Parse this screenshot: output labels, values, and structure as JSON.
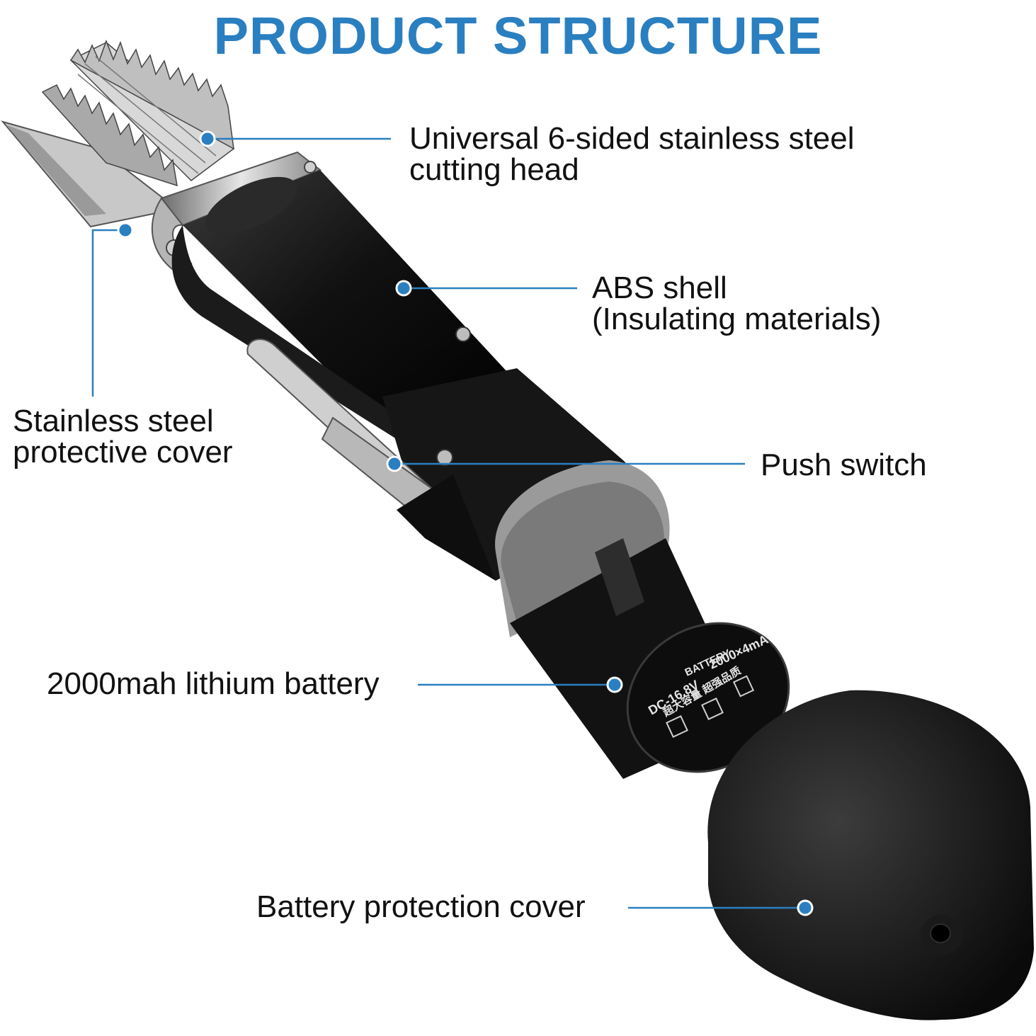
{
  "title": "PRODUCT STRUCTURE",
  "accent_color": "#2a7fc0",
  "battery_print": {
    "line1": "BATTERY",
    "line2": "2000×4mA",
    "line3": "DC-16.8V",
    "line4": "超大容量 超强品质"
  },
  "callouts": [
    {
      "id": "cutting-head",
      "lines": [
        "Universal 6-sided stainless steel",
        "cutting head"
      ]
    },
    {
      "id": "abs-shell",
      "lines": [
        "ABS shell",
        "(Insulating materials)"
      ]
    },
    {
      "id": "protective-cover",
      "lines": [
        "Stainless steel",
        "protective cover"
      ]
    },
    {
      "id": "push-switch",
      "lines": [
        "Push switch"
      ]
    },
    {
      "id": "battery",
      "lines": [
        "2000mah lithium battery"
      ]
    },
    {
      "id": "battery-cover",
      "lines": [
        "Battery protection cover"
      ]
    }
  ]
}
